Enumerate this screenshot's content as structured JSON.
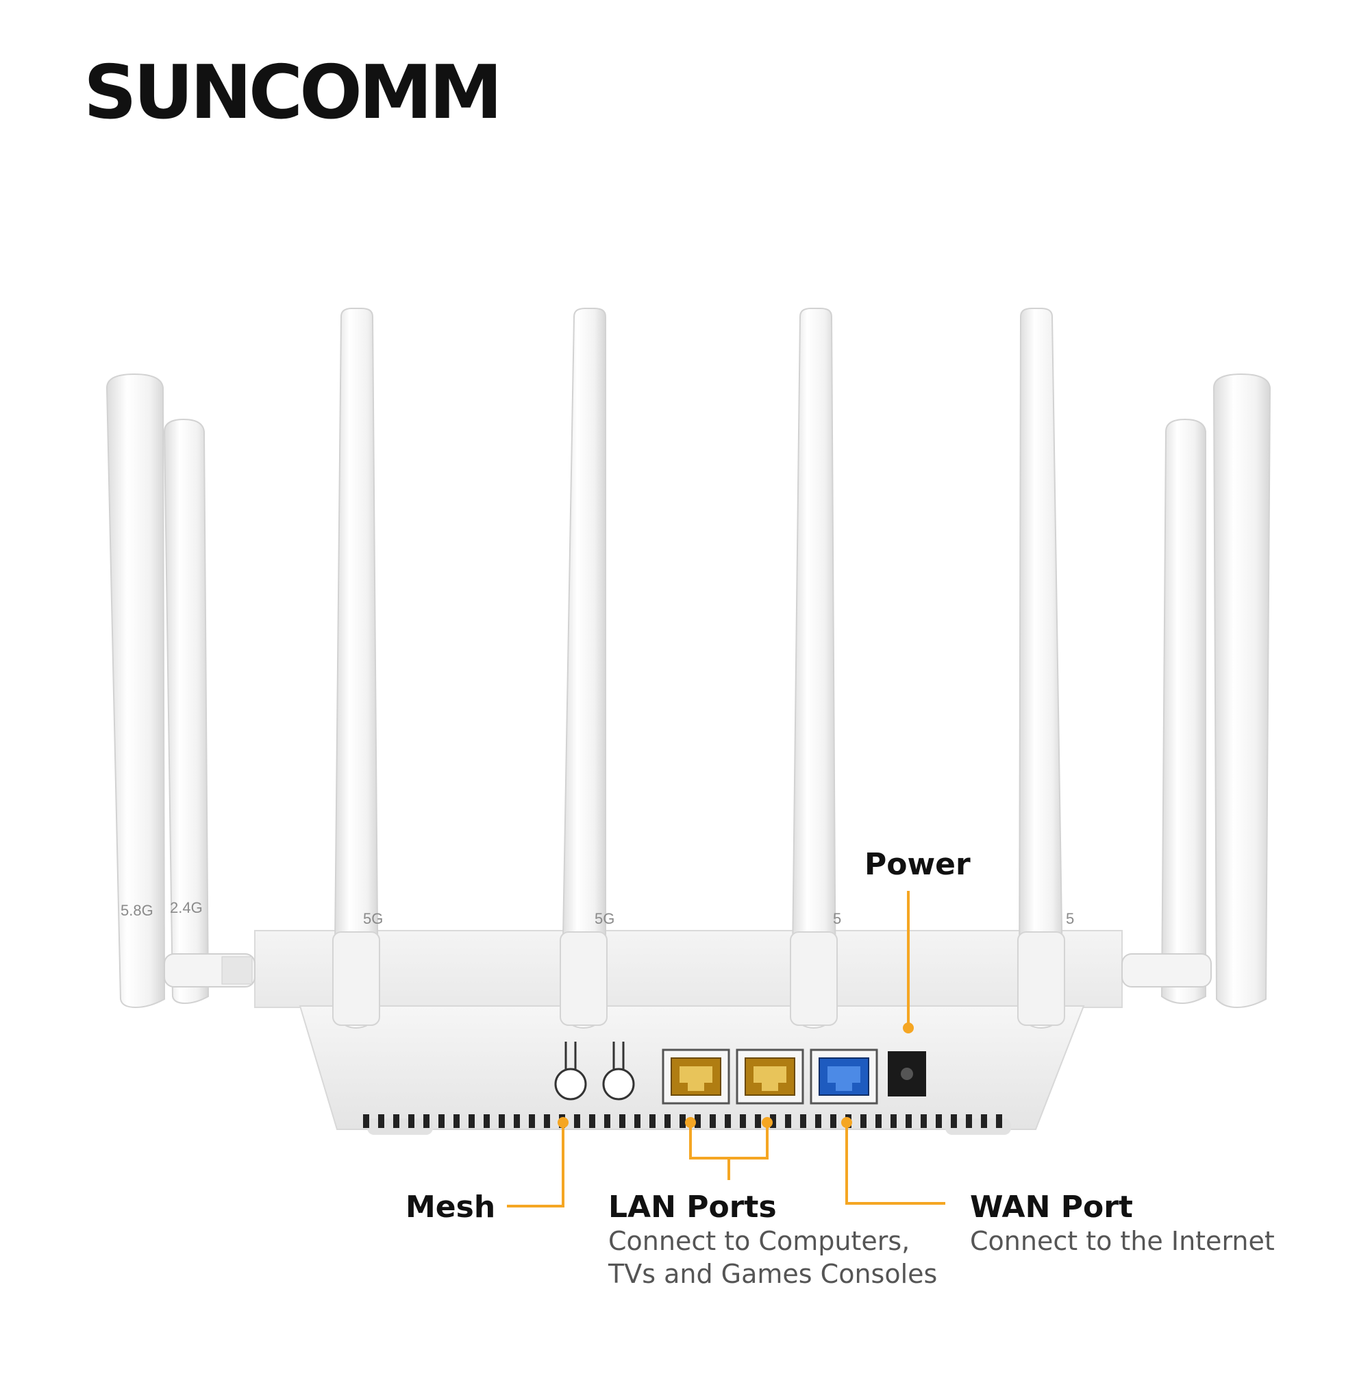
{
  "brand": {
    "name": "SUNCOMM"
  },
  "antennas": {
    "left_outer_label": "5.8G",
    "left_inner_label": "2.4G",
    "mid_label_1": "5G",
    "mid_label_2": "5G",
    "mid_label_3": "5",
    "mid_label_4": "5"
  },
  "callouts": {
    "power": {
      "title": "Power"
    },
    "mesh": {
      "title": "Mesh"
    },
    "lan": {
      "title": "LAN Ports",
      "desc_line1": "Connect to Computers,",
      "desc_line2": "TVs and Games Consoles"
    },
    "wan": {
      "title": "WAN Port",
      "desc_line1": "Connect to the Internet"
    }
  },
  "colors": {
    "accent": "#f5a623",
    "lan_port": "#d4a017",
    "wan_port": "#1e5bbf",
    "device_body": "#efefef",
    "text_dark": "#111111",
    "text_muted": "#555555"
  }
}
